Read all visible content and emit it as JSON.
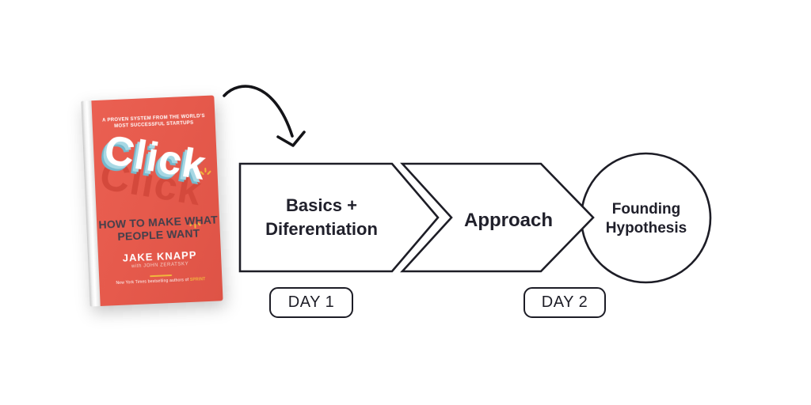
{
  "book": {
    "tagline_lines": [
      "A PROVEN SYSTEM FROM THE WORLD'S",
      "MOST SUCCESSFUL STARTUPS"
    ],
    "title": "Click",
    "subtitle_lines": [
      "HOW TO MAKE WHAT",
      "PEOPLE WANT"
    ],
    "author": "JAKE KNAPP",
    "coauthor": "with JOHN ZERATSKY",
    "footnote_prefix": "New York Times bestselling authors of ",
    "footnote_highlight": "SPRINT",
    "colors": {
      "cover_red": "#e65a4c",
      "echo_red": "#d4493c",
      "title_shadow_blue": "#a7d8e4",
      "accent_yellow": "#f0b83d",
      "subtitle_ink": "#423f4b"
    }
  },
  "diagram": {
    "ink": "#1d1d26",
    "steps": [
      {
        "shape": "chevron",
        "lines": [
          "Basics +",
          "Diferentiation"
        ]
      },
      {
        "shape": "chevron",
        "lines": [
          "Approach"
        ]
      },
      {
        "shape": "circle",
        "lines": [
          "Founding",
          "Hypothesis"
        ]
      }
    ],
    "days": [
      {
        "label": "DAY 1"
      },
      {
        "label": "DAY 2"
      }
    ]
  }
}
